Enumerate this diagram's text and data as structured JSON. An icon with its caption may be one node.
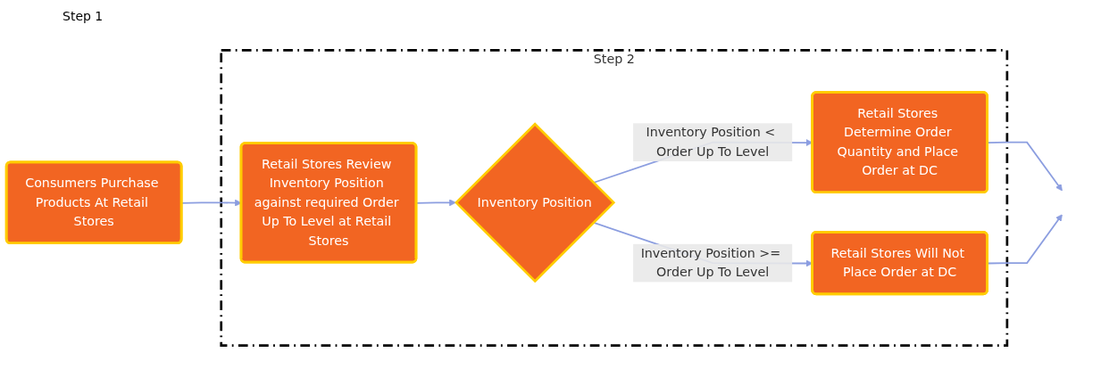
{
  "diagram": {
    "nodes": [
      {
        "text": [
          "Consumers Purchase Products At Retail Stores"
        ]
      },
      {
        "text": [
          "Step 2"
        ]
      },
      {
        "text": [
          "Retail Stores Review Inventory Position against required Order Up To Level at Retail Stores"
        ],
        "in": 1
      },
      {
        "text": [
          "Inventory Position"
        ],
        "in": 1
      },
      {
        "text": [
          "Retail Stores Determine Order Quantity and Place Order at DC"
        ],
        "in": 1
      },
      {
        "text": [
          "Retail Stores Will Not Place Order at DC"
        ],
        "in": 1
      }
    ],
    "edges": [
      {
        "from": 0,
        "to": 2,
        "arrow": "to"
      },
      {
        "from": 2,
        "to": 3,
        "arrow": "to"
      },
      {
        "from": 3,
        "to": 4,
        "label": "Inventory Position < Order Up To Level",
        "arrow": "to"
      },
      {
        "from": 3,
        "to": 5,
        "label": "Inventory Position >= Order Up To Level",
        "arrow": "to"
      },
      {
        "from": 4,
        "to": null,
        "arrow": "to"
      },
      {
        "from": 5,
        "to": null,
        "arrow": "to"
      }
    ],
    "labels": [
      "Step 1"
    ]
  }
}
